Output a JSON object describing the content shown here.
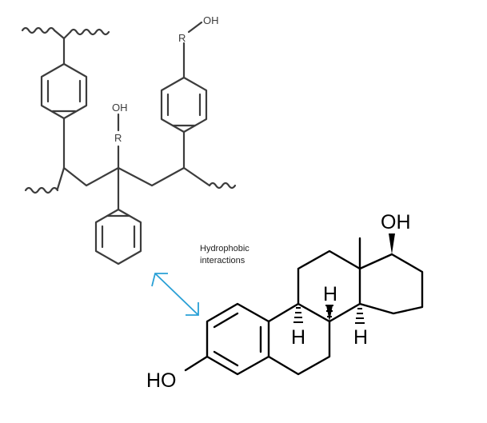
{
  "labels": {
    "top_group": "R—OH",
    "top_r": "R",
    "top_oh": "OH",
    "mid_oh": "OH",
    "mid_r": "R",
    "annotation_line1": "Hydrophobic",
    "annotation_line2": "interactions",
    "steroid_oh_top": "OH",
    "steroid_ho_left": "HO",
    "h_center": "H",
    "h_left_bottom": "H",
    "h_right_bottom": "H"
  },
  "colors": {
    "polymer_line": "#3c3c3c",
    "steroid_line": "#000000",
    "arrow": "#2aa0d6",
    "text": "#222222"
  },
  "icons": {
    "arrow": "double-headed-arrow-icon"
  }
}
